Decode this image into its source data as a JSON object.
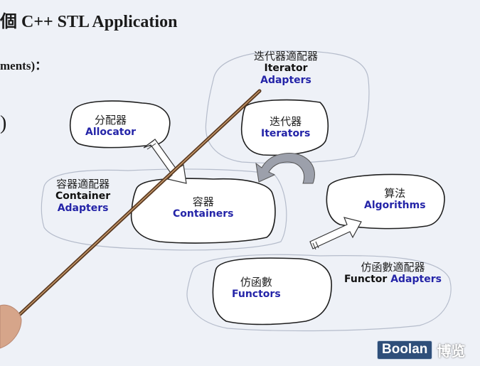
{
  "slide": {
    "title": "個 C++ STL Application",
    "elements_text": "ments)：",
    "paren_text": ")"
  },
  "diagram": {
    "allocator": {
      "zh": "分配器",
      "en": "Allocator"
    },
    "iterator_adapters": {
      "zh": "迭代器適配器",
      "en1": "Iterator",
      "en2": "Adapters"
    },
    "iterators": {
      "zh": "迭代器",
      "en": "Iterators"
    },
    "container_adapters": {
      "zh": "容器適配器",
      "en1": "Container",
      "en2": "Adapters"
    },
    "containers": {
      "zh": "容器",
      "en": "Containers"
    },
    "algorithms": {
      "zh": "算法",
      "en": "Algorithms"
    },
    "functors": {
      "zh": "仿函數",
      "en": "Functors"
    },
    "functor_adapters": {
      "zh": "仿函數適配器",
      "en1": "Functor",
      "en2": "Adapters"
    }
  },
  "logo": {
    "text": "Boolan",
    "zh": "博览"
  },
  "colors": {
    "accent_blue": "#2424a8",
    "background": "#eef1f7",
    "outline": "#222222"
  }
}
